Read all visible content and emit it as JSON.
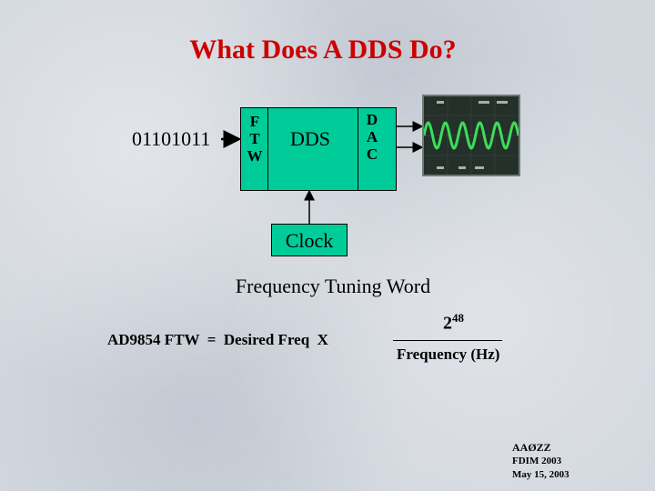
{
  "title": "What Does A DDS Do?",
  "input_bits": "01101011",
  "ftw_block": {
    "letters": [
      "F",
      "T",
      "W"
    ]
  },
  "dds_block": {
    "label": "DDS"
  },
  "dac_block": {
    "letters": [
      "D",
      "A",
      "C"
    ]
  },
  "clock_block": {
    "label": "Clock"
  },
  "section_title": "Frequency Tuning Word",
  "formula": {
    "lhs": "AD9854 FTW  =  Desired Freq  X",
    "numerator_base": "2",
    "numerator_exponent": "48",
    "denominator": "Frequency (Hz)"
  },
  "credits": {
    "callsign": "AAØZZ",
    "event": "FDIM 2003",
    "date": "May  15, 2003"
  },
  "colors": {
    "title": "#cc0000",
    "block_fill": "#00cc99",
    "scope_trace": "#3ddc5a"
  }
}
